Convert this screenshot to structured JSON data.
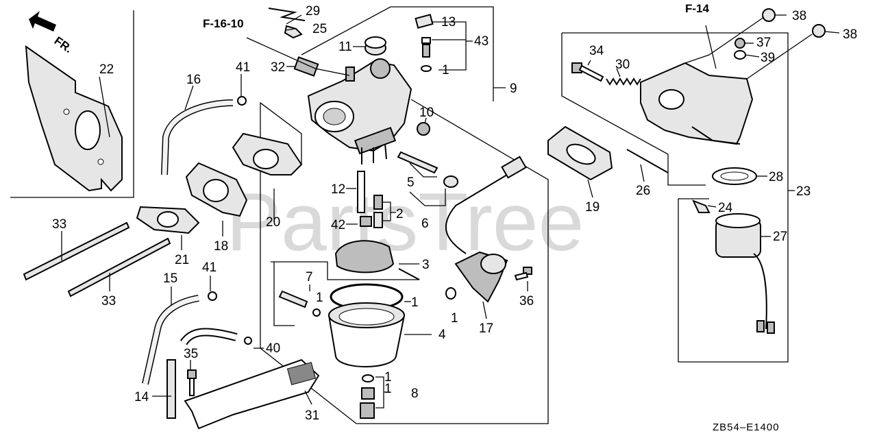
{
  "watermark": "PartsTree",
  "diagram_code": "ZB54–E1400",
  "direction_label": "FR.",
  "references": {
    "left": "F-16-10",
    "right": "F-14"
  },
  "callouts": {
    "c1a": "1",
    "c1b": "1",
    "c1c": "1",
    "c1d": "1",
    "c1e": "1",
    "c1f": "1",
    "c2": "2",
    "c3": "3",
    "c4": "4",
    "c5": "5",
    "c6": "6",
    "c7": "7",
    "c8": "8",
    "c9": "9",
    "c10": "10",
    "c11": "11",
    "c12": "12",
    "c13": "13",
    "c14": "14",
    "c15": "15",
    "c16": "16",
    "c17": "17",
    "c18": "18",
    "c19": "19",
    "c20": "20",
    "c21": "21",
    "c22": "22",
    "c23": "23",
    "c24": "24",
    "c25": "25",
    "c26": "26",
    "c27": "27",
    "c28": "28",
    "c29": "29",
    "c30": "30",
    "c31": "31",
    "c32": "32",
    "c33a": "33",
    "c33b": "33",
    "c34": "34",
    "c35": "35",
    "c36": "36",
    "c37": "37",
    "c38a": "38",
    "c38b": "38",
    "c39": "39",
    "c40": "40",
    "c41a": "41",
    "c41b": "41",
    "c42": "42",
    "c43": "43"
  }
}
